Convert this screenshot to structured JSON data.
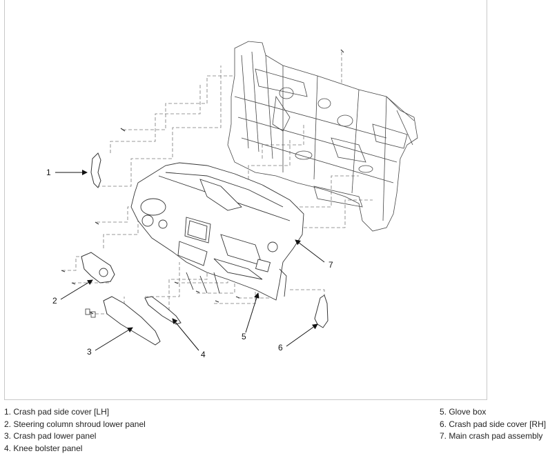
{
  "callouts": [
    "1",
    "2",
    "3",
    "4",
    "5",
    "6",
    "7"
  ],
  "legend": {
    "left": [
      "1. Crash pad side cover [LH]",
      "2. Steering column shroud lower panel",
      "3. Crash pad lower panel",
      "4. Knee bolster panel"
    ],
    "right": [
      "5. Glove box",
      "6. Crash pad side cover [RH]",
      "7. Main crash pad assembly"
    ]
  }
}
